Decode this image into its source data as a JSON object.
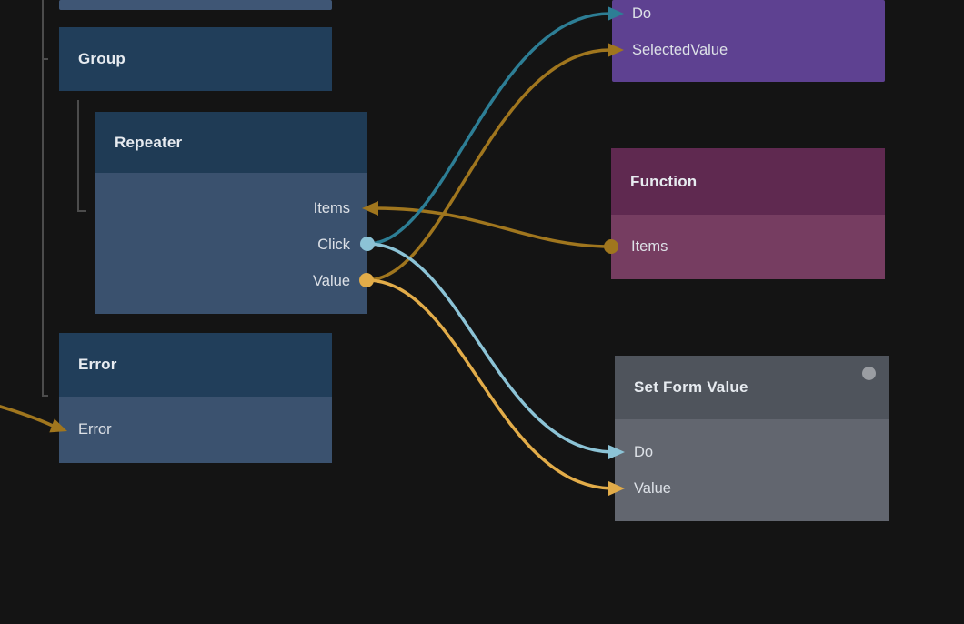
{
  "palette": {
    "background": "#141414",
    "blue_node_header": "#213e5a",
    "blue_node_body": "#3a516e",
    "blue_node_sliver": "#3f5675",
    "purple_node_body": "#5e4191",
    "plum_node_header": "#5f2950",
    "plum_node_body": "#763d61",
    "gray_node_header": "#4f545c",
    "gray_node_body": "#62666f",
    "tree_line": "#4c4c4c",
    "title_text": "#e7ebf0",
    "port_text": "#dde1e7",
    "status_dot": "#9a9da2"
  },
  "nodes": {
    "group": {
      "title": "Group"
    },
    "repeater": {
      "title": "Repeater",
      "ports": [
        {
          "label": "Items"
        },
        {
          "label": "Click"
        },
        {
          "label": "Value"
        }
      ]
    },
    "error": {
      "title": "Error",
      "ports": [
        {
          "label": "Error"
        }
      ]
    },
    "selected": {
      "ports": [
        {
          "label": "Do"
        },
        {
          "label": "SelectedValue"
        }
      ]
    },
    "function": {
      "title": "Function",
      "ports": [
        {
          "label": "Items"
        }
      ]
    },
    "set_form_value": {
      "title": "Set Form Value",
      "ports": [
        {
          "label": "Do"
        },
        {
          "label": "Value"
        }
      ]
    }
  },
  "connectors": {
    "repeater_click_dot": {
      "color": "#8cc3d6"
    },
    "repeater_value_dot": {
      "color": "#e2ac49"
    },
    "function_items_dot": {
      "color": "#a0761e"
    }
  },
  "wires": {
    "click_to_selected_do": {
      "color": "#2d7e95"
    },
    "value_to_selected_selectedvalue": {
      "color": "#a0761e"
    },
    "click_to_setformvalue_do": {
      "color": "#8cc3d6"
    },
    "value_to_setformvalue_value": {
      "color": "#e2ac49"
    },
    "function_items_to_repeater_items": {
      "color": "#a0761e"
    },
    "offscreen_to_error": {
      "color": "#a0761e"
    }
  }
}
